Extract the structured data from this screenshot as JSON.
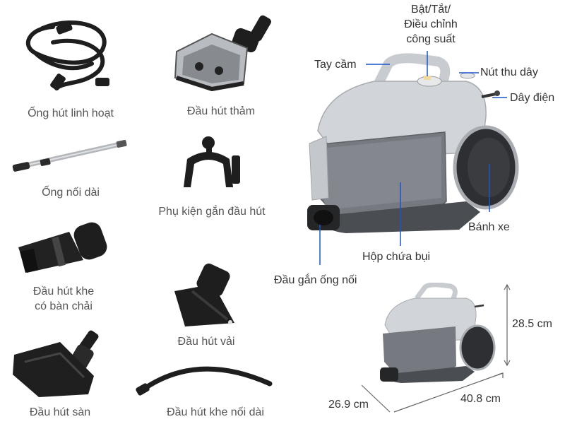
{
  "accessories": {
    "flexible_hose": "Ống hút linh hoạt",
    "carpet_nozzle": "Đầu hút thảm",
    "extension_tube": "Ống nối dài",
    "nozzle_holder": "Phụ kiện gắn đầu hút",
    "crevice_brush_line1": "Đầu hút khe",
    "crevice_brush_line2": "có bàn chải",
    "fabric_nozzle": "Đầu hút vải",
    "floor_nozzle": "Đầu hút sàn",
    "long_crevice_nozzle": "Đầu hút khe nối dài"
  },
  "callouts": {
    "power_line1": "Bật/Tắt/",
    "power_line2": "Điều chỉnh",
    "power_line3": "công suất",
    "handle": "Tay cầm",
    "cord_rewind": "Nút thu dây",
    "power_cord": "Dây điện",
    "wheel": "Bánh xe",
    "dust_box": "Hộp chứa bụi",
    "hose_inlet": "Đầu gắn ống nối"
  },
  "dimensions": {
    "height": "28.5 cm",
    "depth": "26.9 cm",
    "width": "40.8 cm"
  },
  "colors": {
    "callout_line": "#1a55c8",
    "body_silver": "#c9ccd0",
    "bin_gray": "#6d7075",
    "accessory_black": "#222222"
  }
}
